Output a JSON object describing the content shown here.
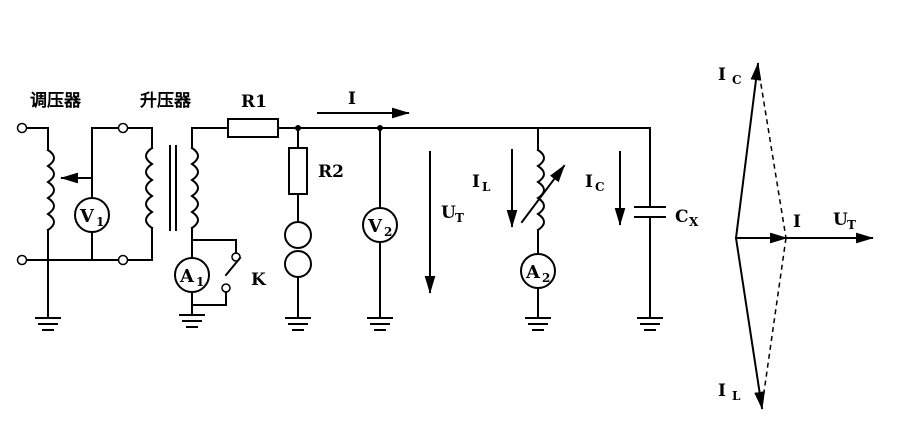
{
  "labels": {
    "regulator": "调压器",
    "step_up": "升压器",
    "r1": "R1",
    "r2": "R2",
    "k": "K",
    "cx_main": "C",
    "cx_sub": "X",
    "i_main": "I",
    "ut_main": "U",
    "ut_sub": "T",
    "il_main": "I",
    "il_sub": "L",
    "ic_main": "I",
    "ic_sub": "C"
  },
  "meters": {
    "v1": {
      "main": "V",
      "sub": "1"
    },
    "a1": {
      "main": "A",
      "sub": "1"
    },
    "v2": {
      "main": "V",
      "sub": "2"
    },
    "a2": {
      "main": "A",
      "sub": "2"
    }
  },
  "phasor": {
    "ic_main": "I",
    "ic_sub": "C",
    "il_main": "I",
    "il_sub": "L",
    "i": "I",
    "ut_main": "U",
    "ut_sub": "T"
  }
}
